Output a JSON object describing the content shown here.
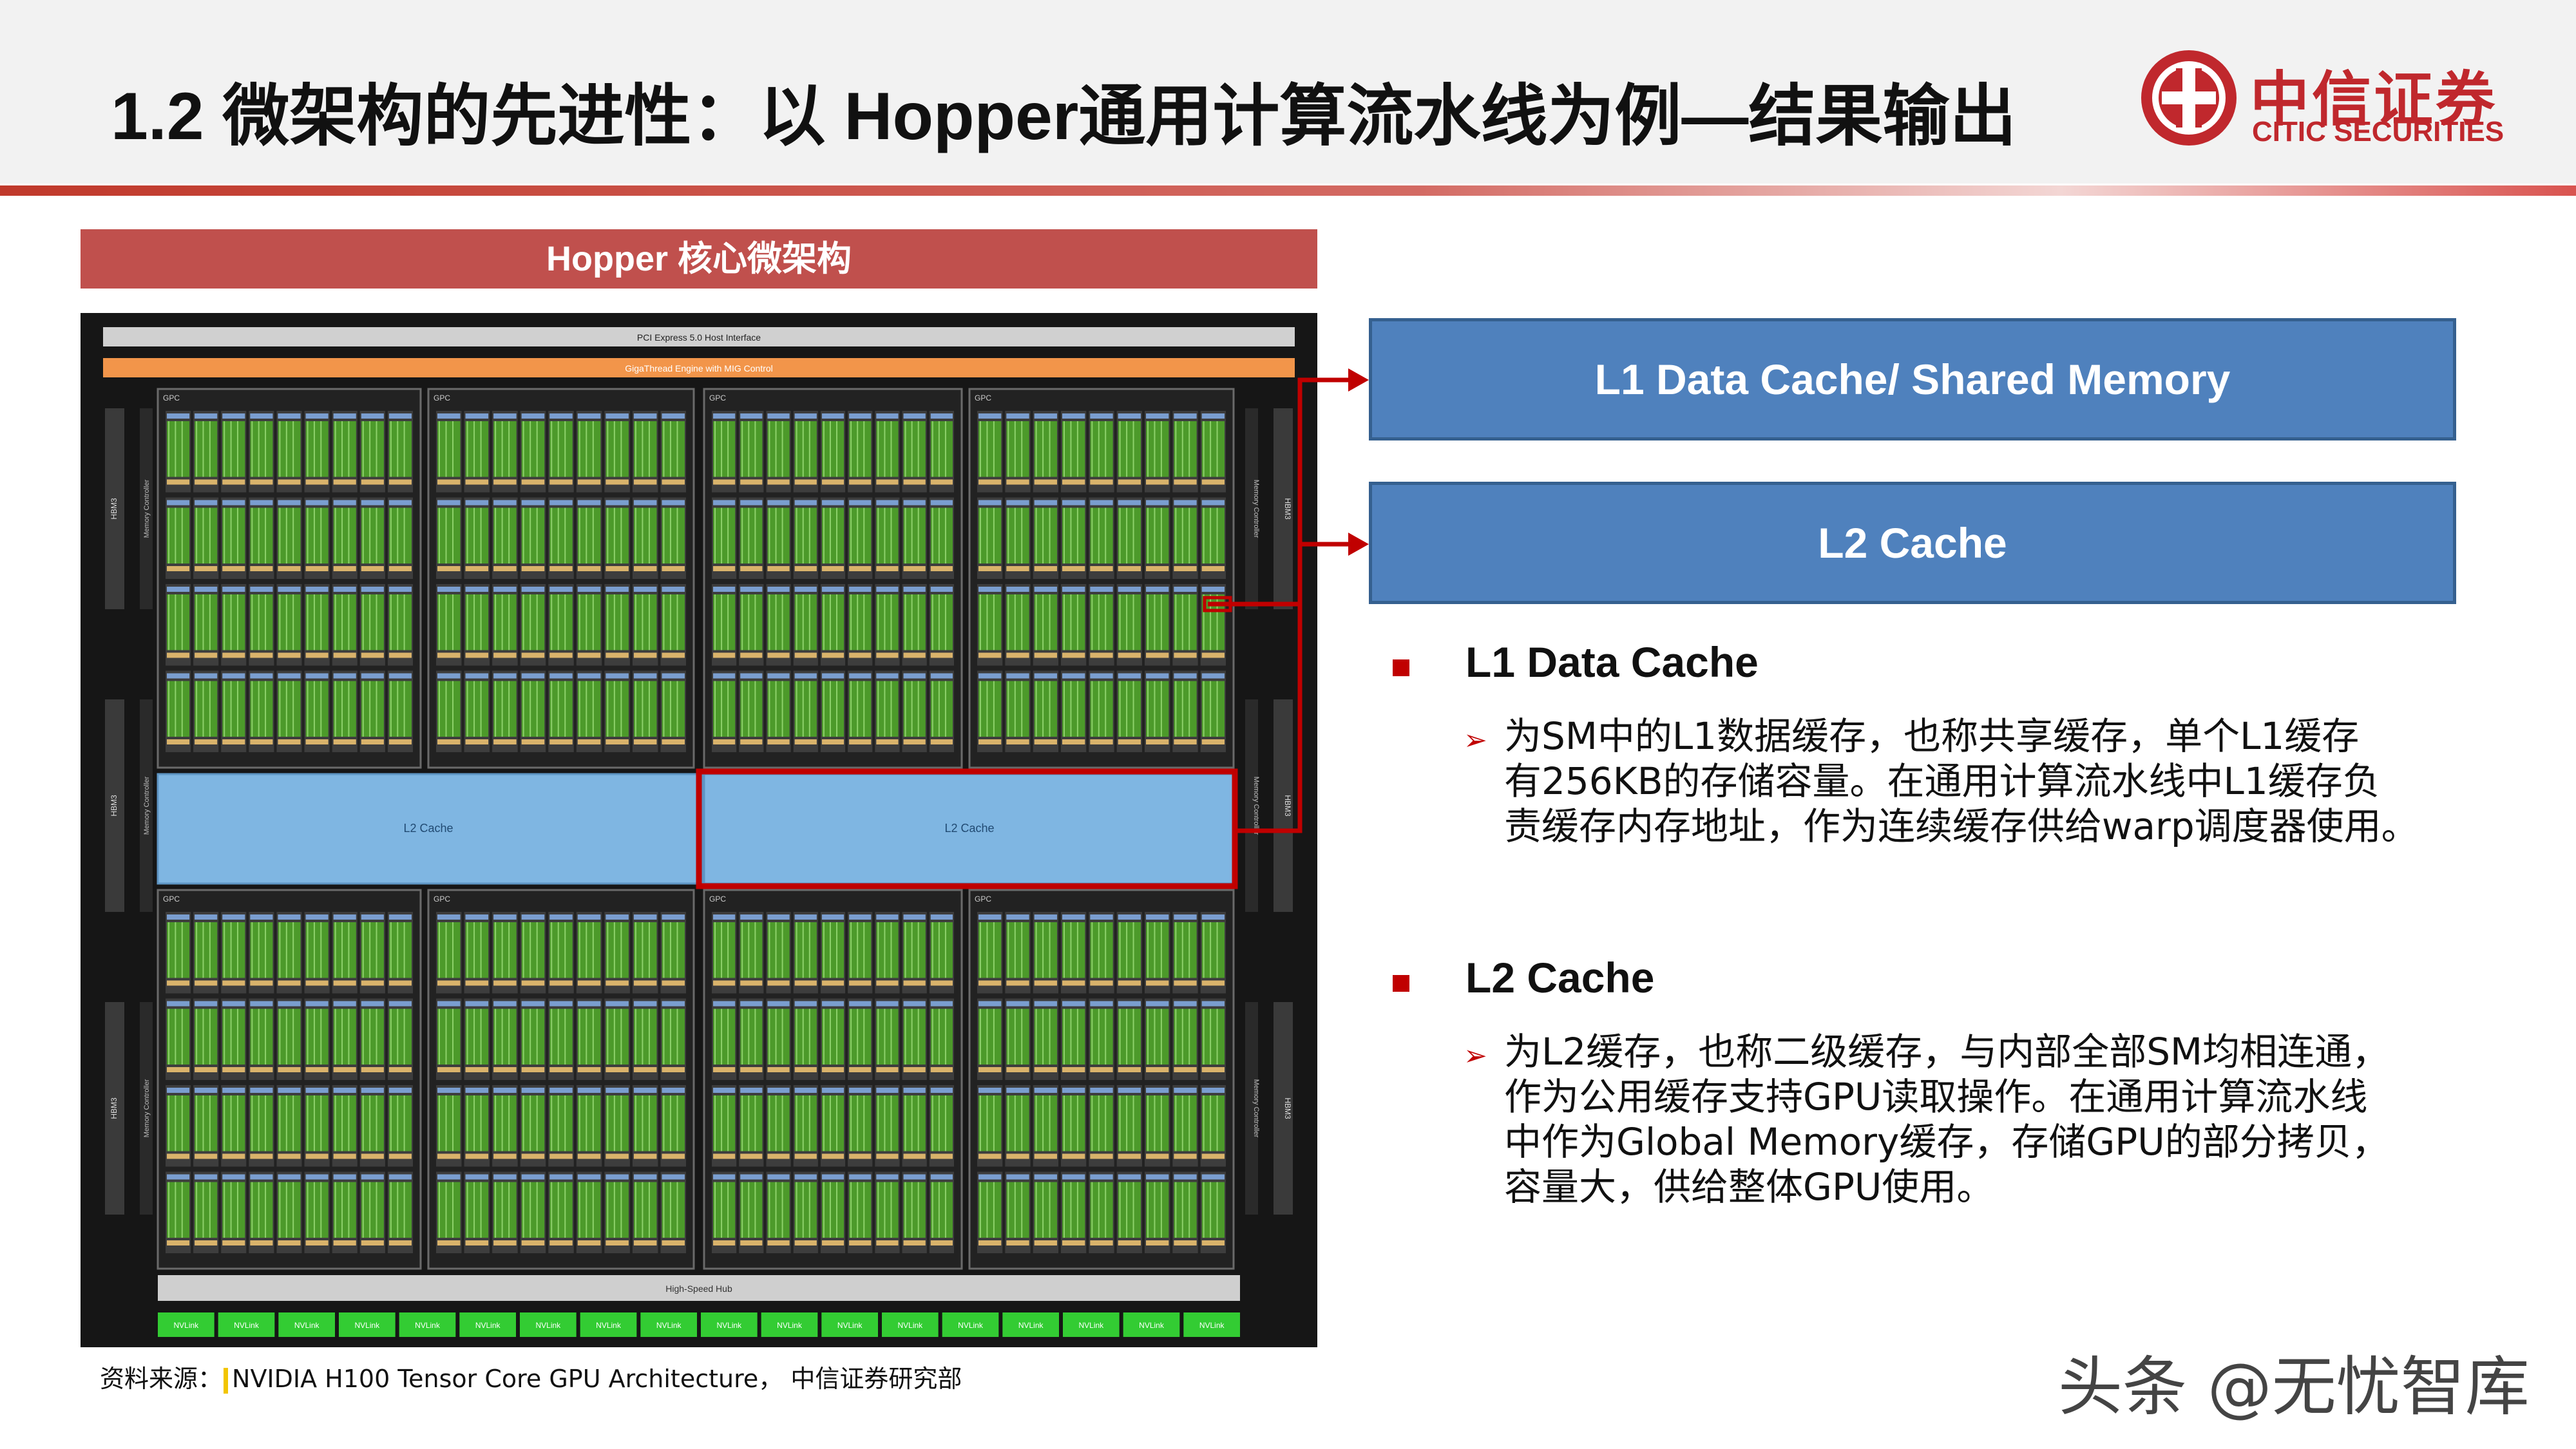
{
  "header": {
    "title": "1.2 微架构的先进性：以 Hopper通用计算流水线为例—结果输出",
    "logo_cn": "中信证券",
    "logo_en": "CITIC SECURITIES"
  },
  "panel": {
    "title": "Hopper 核心微架构",
    "diagram": {
      "pcie_label": "PCI Express 5.0 Host Interface",
      "gigathread_label": "GigaThread Engine with MIG Control",
      "gpc_label": "GPC",
      "l2_left_label": "L2 Cache",
      "l2_right_label": "L2 Cache",
      "hub_label": "High-Speed Hub",
      "nvlink_label": "NVLink",
      "nvlink_count": 18,
      "memory_controller_label": "Memory Controller",
      "hbm_label": "HBM3"
    }
  },
  "callouts": {
    "l1_box": "L1 Data Cache/ Shared Memory",
    "l2_box": "L2 Cache"
  },
  "sections": [
    {
      "title": "L1 Data Cache",
      "lines": [
        "为SM中的L1数据缓存，也称共享缓存，单个L1缓存",
        "有256KB的存储容量。在通用计算流水线中L1缓存负",
        "责缓存内存地址，作为连续缓存供给warp调度器使用。"
      ]
    },
    {
      "title": "L2 Cache",
      "lines": [
        "为L2缓存，也称二级缓存，与内部全部SM均相连通，",
        "作为公用缓存支持GPU读取操作。在通用计算流水线",
        "中作为Global  Memory缓存，存储GPU的部分拷贝，",
        "容量大，供给整体GPU使用。"
      ]
    }
  ],
  "footer": {
    "source_prefix": "资料来源：",
    "source_text": "NVIDIA H100 Tensor Core GPU Architecture， 中信证券研究部",
    "watermark": "头条 @无忧智库"
  },
  "colors": {
    "accent_red": "#c00000",
    "panel_red": "#c0504d",
    "box_blue": "#4f81bd",
    "l2_blue": "#7fb6e2",
    "core_green": "#4c9a2a",
    "nvlink_green": "#33cc33",
    "pcie_gray": "#cfcfcf",
    "gigathread_orange": "#f2954a"
  }
}
